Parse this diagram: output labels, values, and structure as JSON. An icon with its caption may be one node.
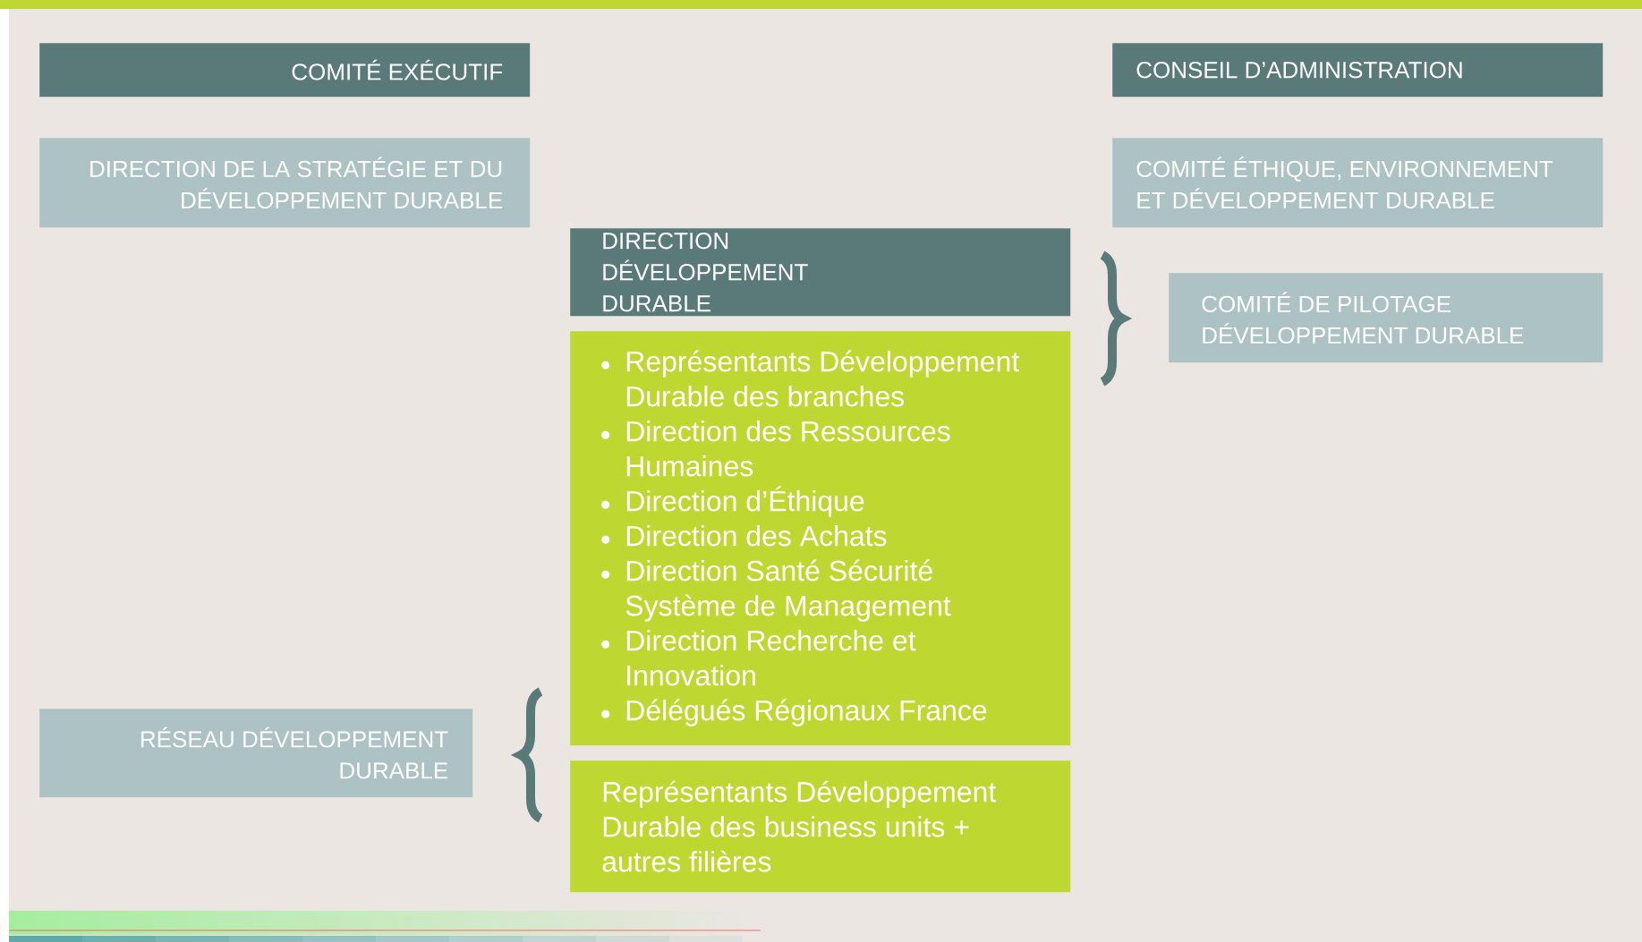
{
  "diagram": {
    "nodes": [
      {
        "text": [
          "COMITÉ EXÉCUTIF"
        ]
      },
      {
        "text": [
          "CONSEIL D’ADMINISTRATION"
        ]
      },
      {
        "text": [
          "DIRECTION DE LA STRATÉGIE ET DU DÉVELOPPEMENT DURABLE"
        ]
      },
      {
        "text": [
          "COMITÉ ÉTHIQUE, ENVIRONNEMENT ET DÉVELOPPEMENT DURABLE"
        ]
      },
      {
        "text": [
          "DIRECTION DÉVELOPPEMENT DURABLE"
        ]
      },
      {
        "text": [
          "COMITÉ DE PILOTAGE DÉVELOPPEMENT DURABLE"
        ]
      },
      {
        "text": [
          "Représentants Développement Durable des branches",
          "Direction des Ressources Humaines",
          "Direction d’Éthique",
          "Direction des Achats",
          "Direction Santé Sécurité Système de Management",
          "Direction Recherche et Innovation",
          "Délégués Régionaux France"
        ]
      },
      {
        "text": [
          "RÉSEAU DÉVELOPPEMENT DURABLE"
        ]
      },
      {
        "text": [
          "Représentants Développement Durable des business units + autres filières"
        ]
      }
    ]
  }
}
